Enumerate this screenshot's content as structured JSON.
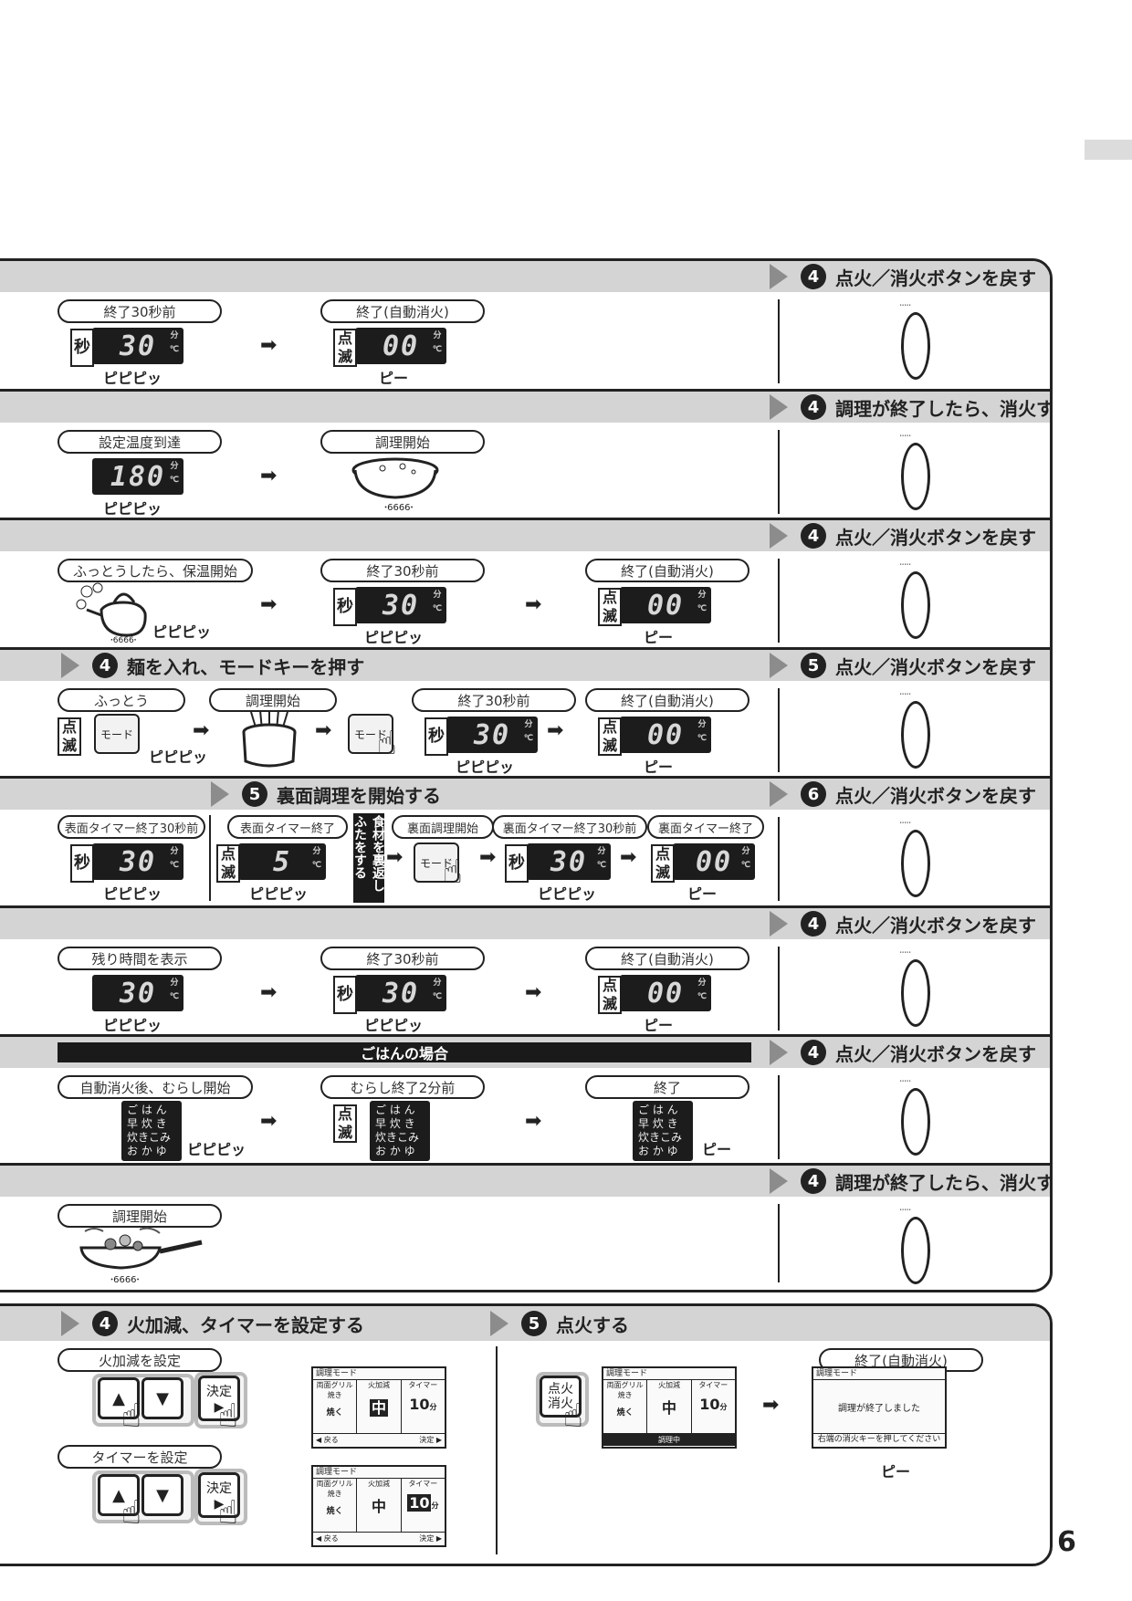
{
  "page_number": "6",
  "sections": [
    {
      "step_num": "4",
      "step_text": "点火／消火ボタンを戻す",
      "pills": [
        "終了30秒前",
        "終了(自動消火)"
      ],
      "displays": [
        {
          "tag": "秒",
          "value": "30",
          "beep": "ピピピッ"
        },
        {
          "tag": "点滅",
          "value": "00",
          "beep": "ピー"
        }
      ]
    },
    {
      "step_num": "4",
      "step_text": "調理が終了したら、消火する",
      "pills": [
        "設定温度到達",
        "調理開始"
      ],
      "displays": [
        {
          "value": "180",
          "beep": "ピピピッ"
        }
      ]
    },
    {
      "step_num": "4",
      "step_text": "点火／消火ボタンを戻す",
      "pills": [
        "ふっとうしたら、保温開始",
        "終了30秒前",
        "終了(自動消火)"
      ],
      "displays": [
        {
          "beep": "ピピピッ"
        },
        {
          "tag": "秒",
          "value": "30",
          "beep": "ピピピッ"
        },
        {
          "tag": "点滅",
          "value": "00",
          "beep": "ピー"
        }
      ]
    },
    {
      "left_step_num": "4",
      "left_step_text": "麺を入れ、モードキーを押す",
      "step_num": "5",
      "step_text": "点火／消火ボタンを戻す",
      "pills": [
        "ふっとう",
        "調理開始",
        "終了30秒前",
        "終了(自動消火)"
      ],
      "displays": [
        {
          "tag": "点滅",
          "key": "モード",
          "beep": "ピピピッ"
        },
        {
          "key": "モード"
        },
        {
          "tag": "秒",
          "value": "30",
          "beep": "ピピピッ"
        },
        {
          "tag": "点滅",
          "value": "00",
          "beep": "ピー"
        }
      ]
    },
    {
      "left_step_num": "5",
      "left_step_text": "裏面調理を開始する",
      "step_num": "6",
      "step_text": "点火／消火ボタンを戻す",
      "pills": [
        "表面タイマー終了30秒前",
        "表面タイマー終了",
        "裏面調理開始",
        "裏面タイマー終了30秒前",
        "裏面タイマー終了"
      ],
      "note": "食材を裏返しふたをする",
      "displays": [
        {
          "tag": "秒",
          "value": "30",
          "beep": "ピピピッ"
        },
        {
          "tag": "点滅",
          "value": "5",
          "beep": "ピピピッ"
        },
        {
          "key": "モード"
        },
        {
          "tag": "秒",
          "value": "30",
          "beep": "ピピピッ"
        },
        {
          "tag": "点滅",
          "value": "00",
          "beep": "ピー"
        }
      ]
    },
    {
      "step_num": "4",
      "step_text": "点火／消火ボタンを戻す",
      "pills": [
        "残り時間を表示",
        "終了30秒前",
        "終了(自動消火)"
      ],
      "displays": [
        {
          "value": "30",
          "beep": "ピピピッ"
        },
        {
          "tag": "秒",
          "value": "30",
          "beep": "ピピピッ"
        },
        {
          "tag": "点滅",
          "value": "00",
          "beep": "ピー"
        }
      ]
    },
    {
      "banner": "ごはんの場合",
      "step_num": "4",
      "step_text": "点火／消火ボタンを戻す",
      "pills": [
        "自動消火後、むらし開始",
        "むらし終了2分前",
        "終了"
      ],
      "menu": [
        "ご は ん",
        "早 炊 き",
        "炊きこみ",
        "お か ゆ"
      ],
      "displays": [
        {
          "beep": "ピピピッ"
        },
        {
          "tag": "点滅"
        },
        {
          "beep": "ピー"
        }
      ]
    },
    {
      "step_num": "4",
      "step_text": "調理が終了したら、消火する",
      "pills": [
        "調理開始"
      ]
    }
  ],
  "bottom": {
    "step4_num": "4",
    "step4_text": "火加減、タイマーを設定する",
    "step5_num": "5",
    "step5_text": "点火する",
    "pill_fire": "火加減を設定",
    "pill_timer": "タイマーを設定",
    "pill_end": "終了(自動消火)",
    "key_up": "▲",
    "key_down": "▼",
    "key_decide": "決定",
    "key_decide_arrow": "▶",
    "ignite_key": "点火 消火",
    "beep": "ピー",
    "screen": {
      "mode_title": "調理モード",
      "col1": "両面グリル焼き",
      "col1_sub": "焼く",
      "col2": "火加減",
      "col2_val": "中",
      "col3": "タイマー",
      "col3_val": "10",
      "col3_unit": "分",
      "back": "◀ 戻る",
      "decide": "決定 ▶",
      "running": "調理中",
      "finished": "調理が終了しました",
      "finished_note": "右端の消火キーを押してください"
    }
  }
}
